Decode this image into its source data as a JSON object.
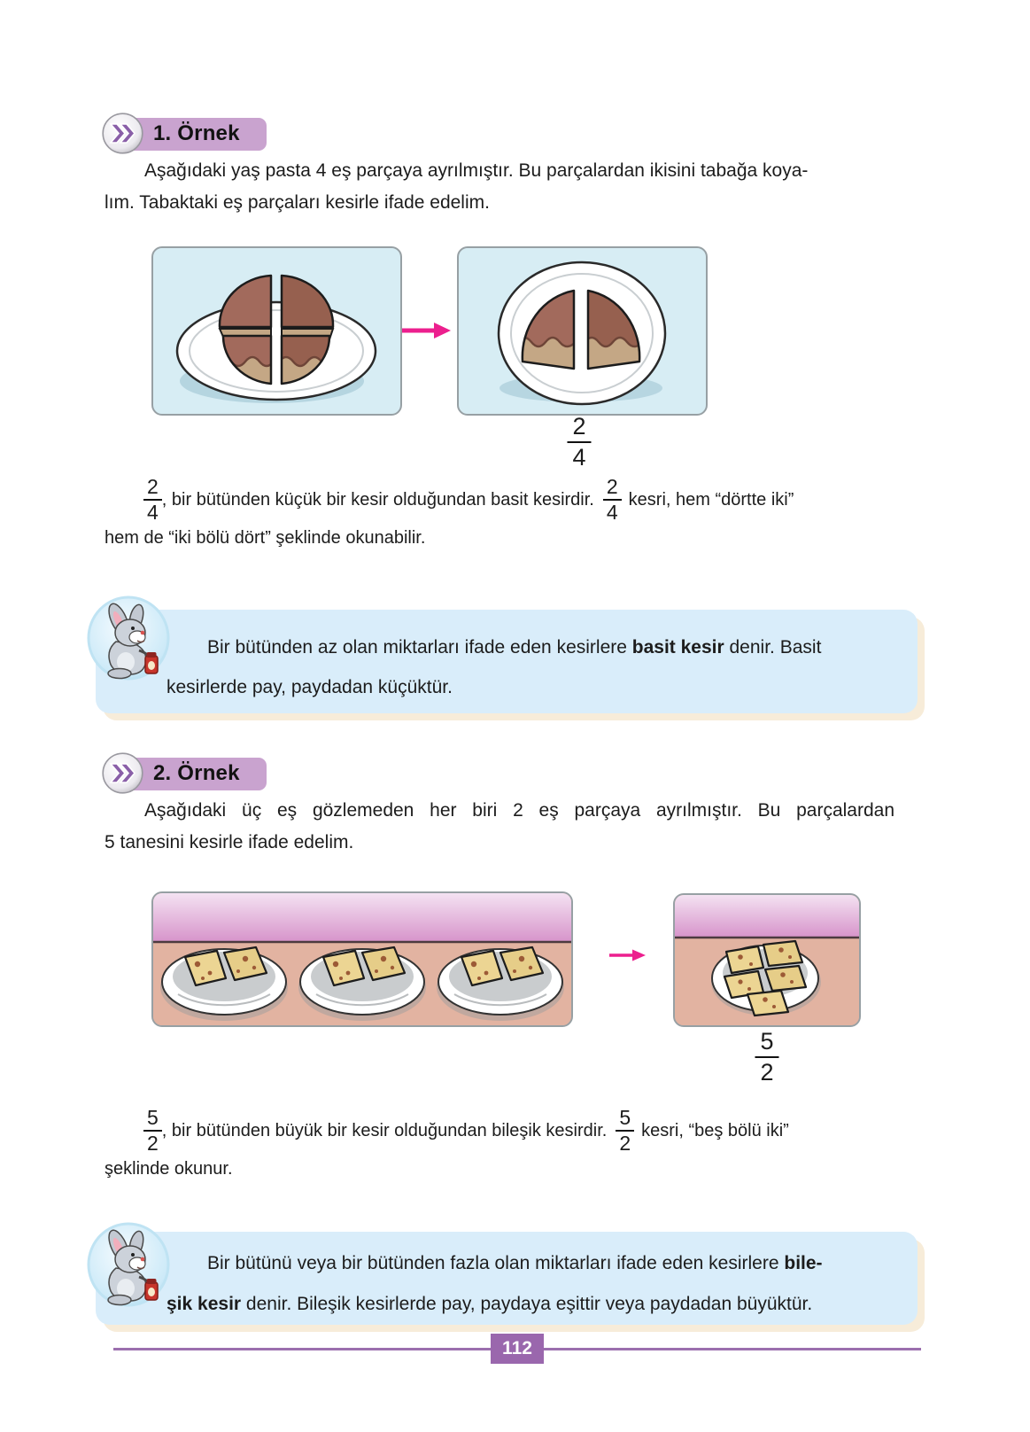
{
  "page_number": "112",
  "colors": {
    "badge_bg": "#c9a3cf",
    "chevron": "#8a5fa8",
    "panel_blue": "#d7edf4",
    "arrow": "#ec1f8e",
    "note_bg": "#d9edfa",
    "note_shadow": "#f7ecd9",
    "footer_purple": "#9a67ad"
  },
  "icons": {
    "example_marker_icon": "double-chevron-right",
    "transform_arrow_icon": "magenta-right-arrow",
    "note_mascot_icon": "rabbit-with-jar"
  },
  "example1": {
    "badge_label": "1. Örnek",
    "intro_lines": [
      "Aşağıdaki yaş pasta 4 eş parçaya ayrılmıştır. Bu parçalardan ikisini tabağa koya-",
      "lım. Tabaktaki eş parçaları kesirle ifade edelim."
    ],
    "result_fraction": {
      "numerator": "2",
      "denominator": "4"
    },
    "explanation": {
      "fraction_a": {
        "numerator": "2",
        "denominator": "4"
      },
      "text_after_a": ", bir bütünden küçük bir kesir olduğundan basit kesirdir.",
      "fraction_b": {
        "numerator": "2",
        "denominator": "4"
      },
      "text_after_b": "kesri, hem “dörtte iki”",
      "line2": "hem de “iki bölü dört” şeklinde okunabilir."
    },
    "note": {
      "line1_normal": "Bir bütünden az olan miktarları ifade eden kesirlere ",
      "line1_bold": "basit kesir",
      "line1_tail": " denir. Basit",
      "line2": "kesirlerde pay, paydadan küçüktür."
    }
  },
  "example2": {
    "badge_label": "2. Örnek",
    "intro_lines": [
      "Aşağıdaki üç eş gözlemeden her biri 2 eş parçaya ayrılmıştır. Bu parçalardan",
      "5 tanesini kesirle ifade edelim."
    ],
    "result_fraction": {
      "numerator": "5",
      "denominator": "2"
    },
    "explanation": {
      "fraction_a": {
        "numerator": "5",
        "denominator": "2"
      },
      "text_after_a": ", bir bütünden büyük bir kesir olduğundan bileşik kesirdir.",
      "fraction_b": {
        "numerator": "5",
        "denominator": "2"
      },
      "text_after_b": "kesri, “beş bölü iki”",
      "line2": "şeklinde okunur."
    },
    "note": {
      "line1_normal": "Bir bütünü veya bir bütünden fazla olan miktarları ifade eden kesirlere ",
      "line1_bold": "bile-",
      "line2_bold": "şik kesir",
      "line2_tail": " denir. Bileşik kesirlerde pay, paydaya eşittir veya paydadan büyüktür."
    }
  }
}
